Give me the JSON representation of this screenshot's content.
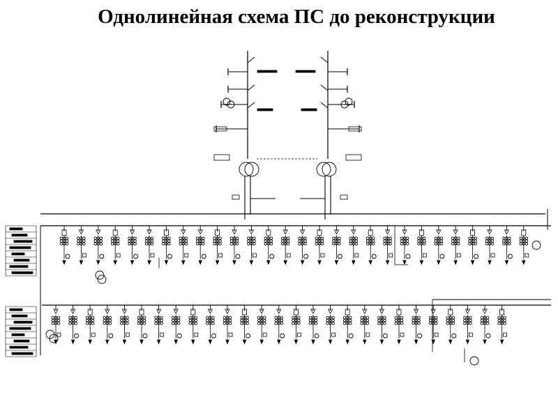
{
  "title": "Однолинейная схема ПС до реконструкции",
  "colors": {
    "ink": "#000000",
    "background": "#ffffff"
  },
  "diagram": {
    "type": "single-line electrical diagram (substation)",
    "incoming_lines": 2,
    "power_transformers": 2,
    "busbar_sections": 2,
    "feeder_cells_upper_section": 28,
    "feeder_cells_lower_section": 27,
    "legend_tables": 2
  }
}
